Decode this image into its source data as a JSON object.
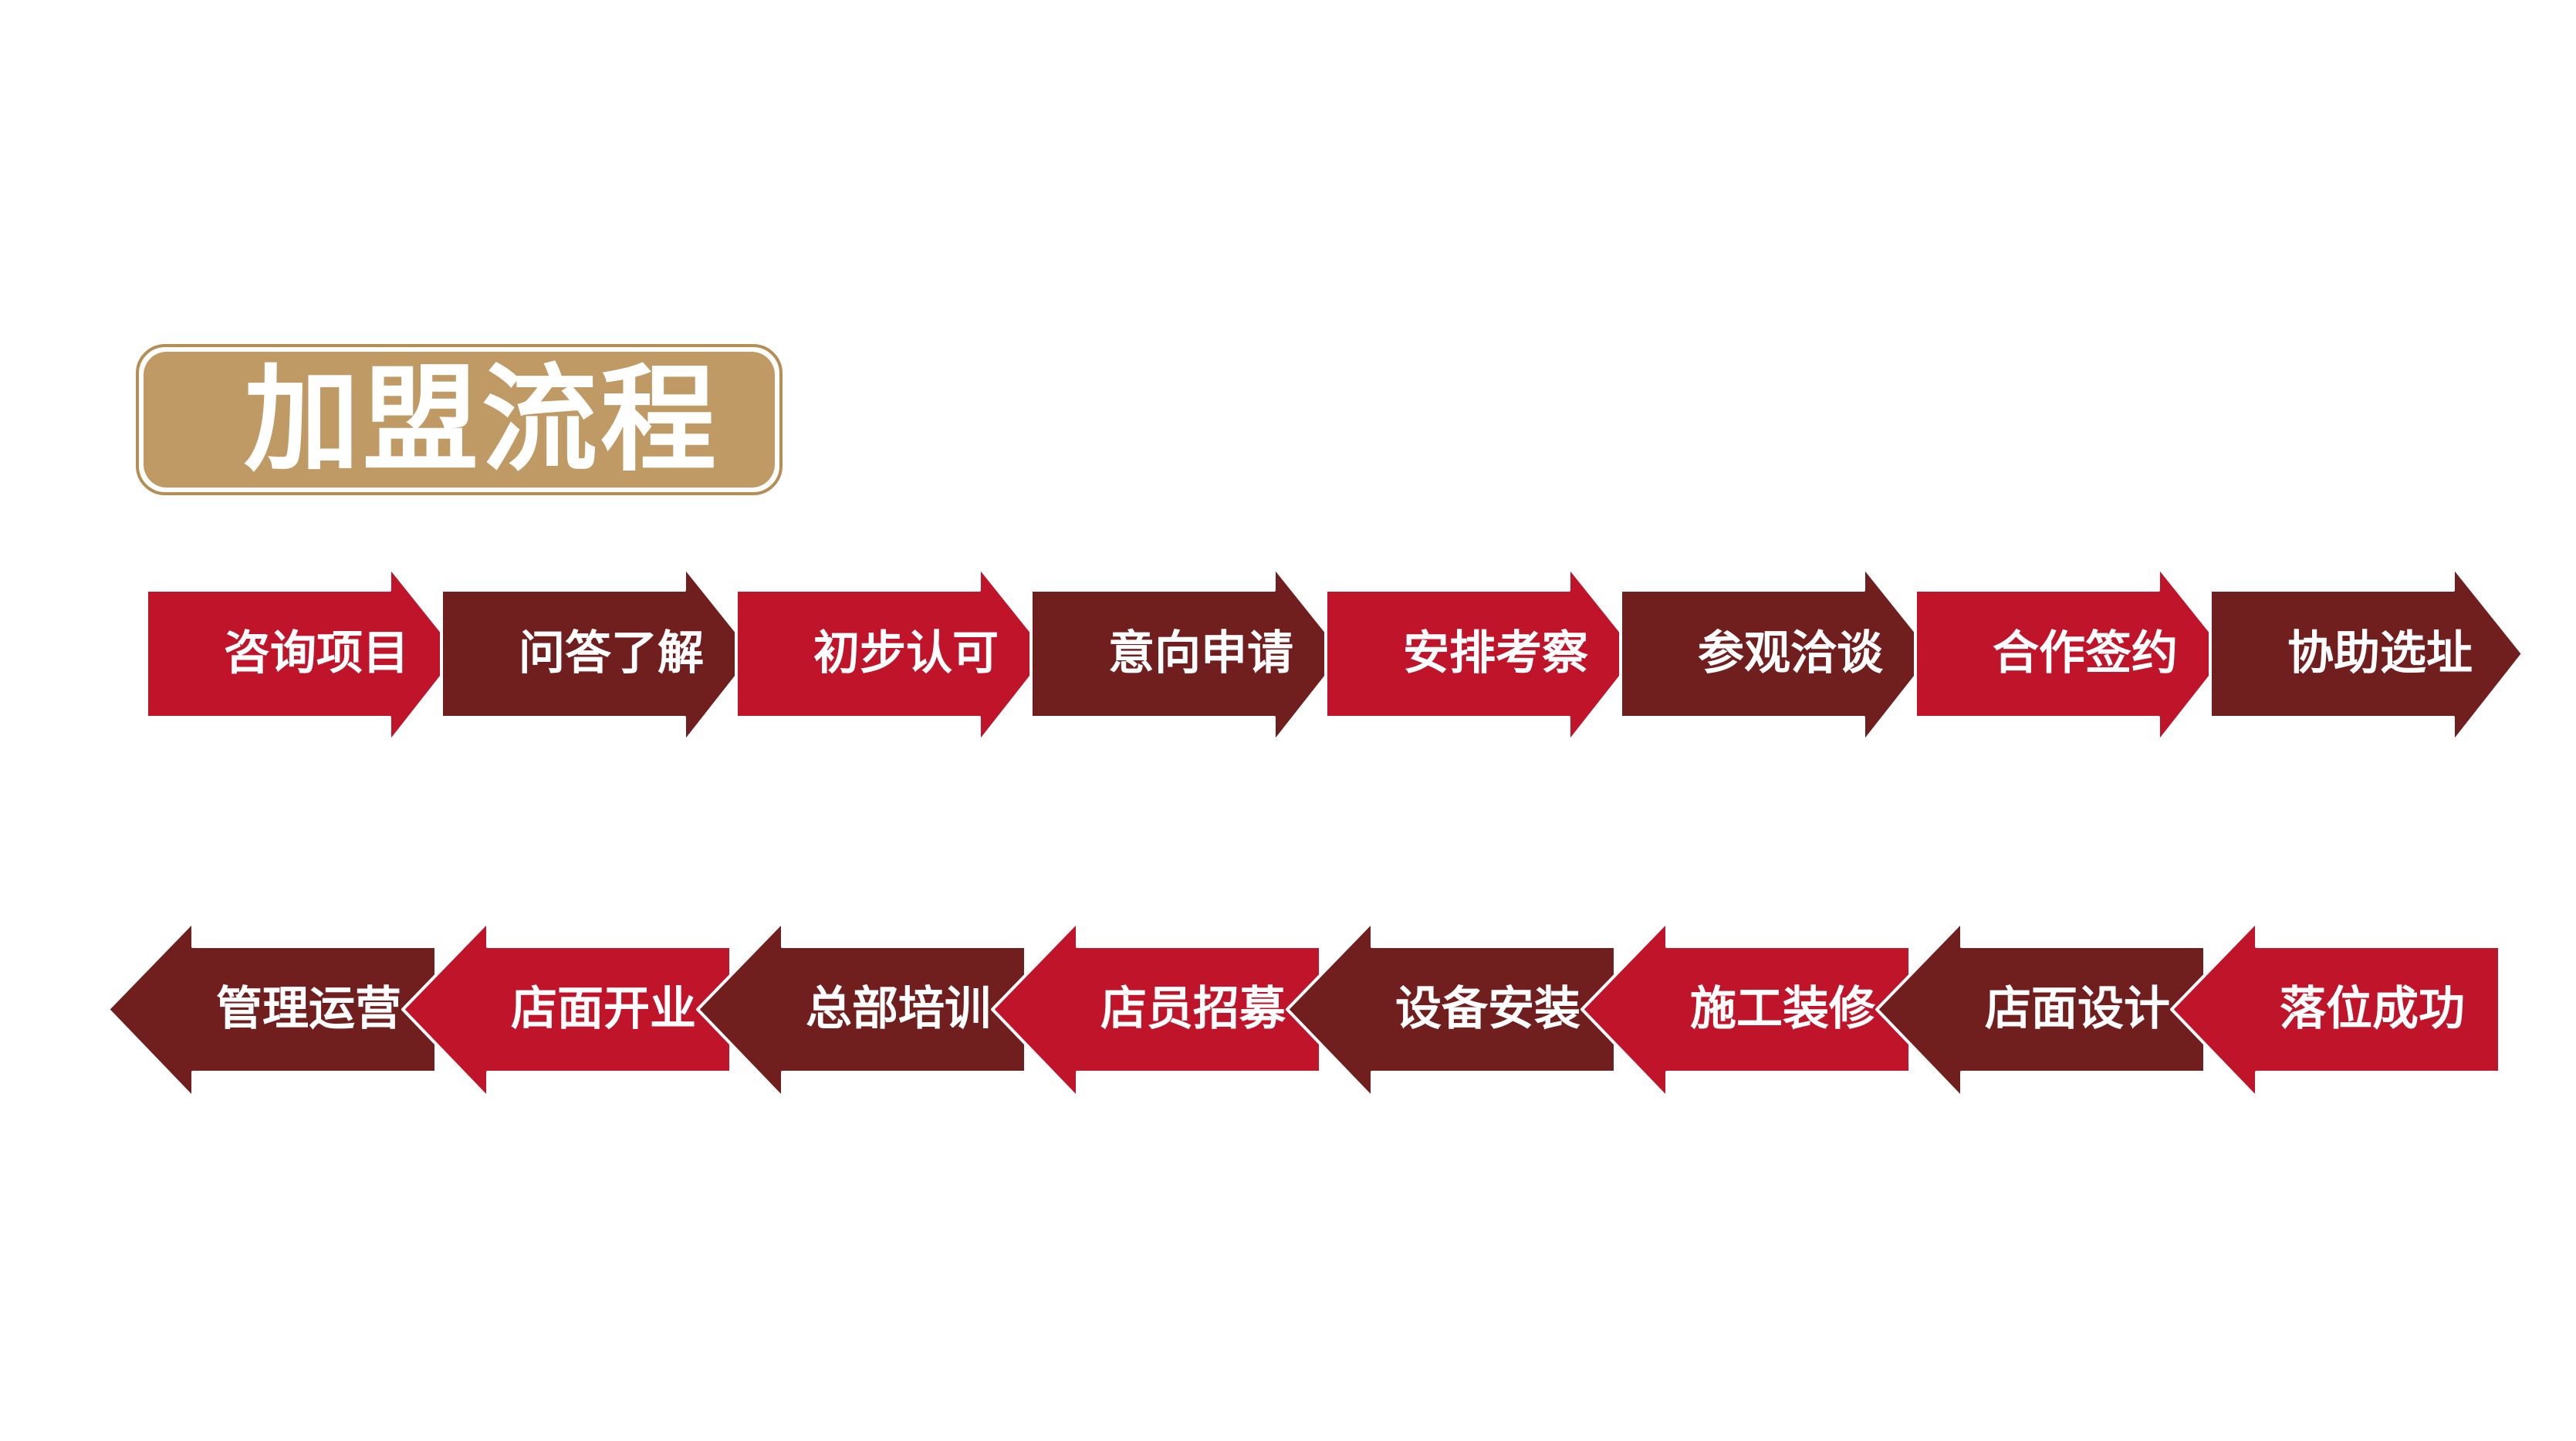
{
  "title": "加盟流程",
  "colors": {
    "red": "#c0142a",
    "maroon": "#701e1e",
    "gold": "#c09a64",
    "gold_border": "#b58e56"
  },
  "row1": {
    "direction": "right",
    "steps": [
      {
        "label": "咨询项目",
        "color": "red"
      },
      {
        "label": "问答了解",
        "color": "maroon"
      },
      {
        "label": "初步认可",
        "color": "red"
      },
      {
        "label": "意向申请",
        "color": "maroon"
      },
      {
        "label": "安排考察",
        "color": "red"
      },
      {
        "label": "参观洽谈",
        "color": "maroon"
      },
      {
        "label": "合作签约",
        "color": "red"
      },
      {
        "label": "协助选址",
        "color": "maroon"
      }
    ]
  },
  "row2": {
    "direction": "left",
    "steps": [
      {
        "label": "管理运营",
        "color": "maroon"
      },
      {
        "label": "店面开业",
        "color": "red"
      },
      {
        "label": "总部培训",
        "color": "maroon"
      },
      {
        "label": "店员招募",
        "color": "red"
      },
      {
        "label": "设备安装",
        "color": "maroon"
      },
      {
        "label": "施工装修",
        "color": "red"
      },
      {
        "label": "店面设计",
        "color": "maroon"
      },
      {
        "label": "落位成功",
        "color": "red"
      }
    ]
  }
}
